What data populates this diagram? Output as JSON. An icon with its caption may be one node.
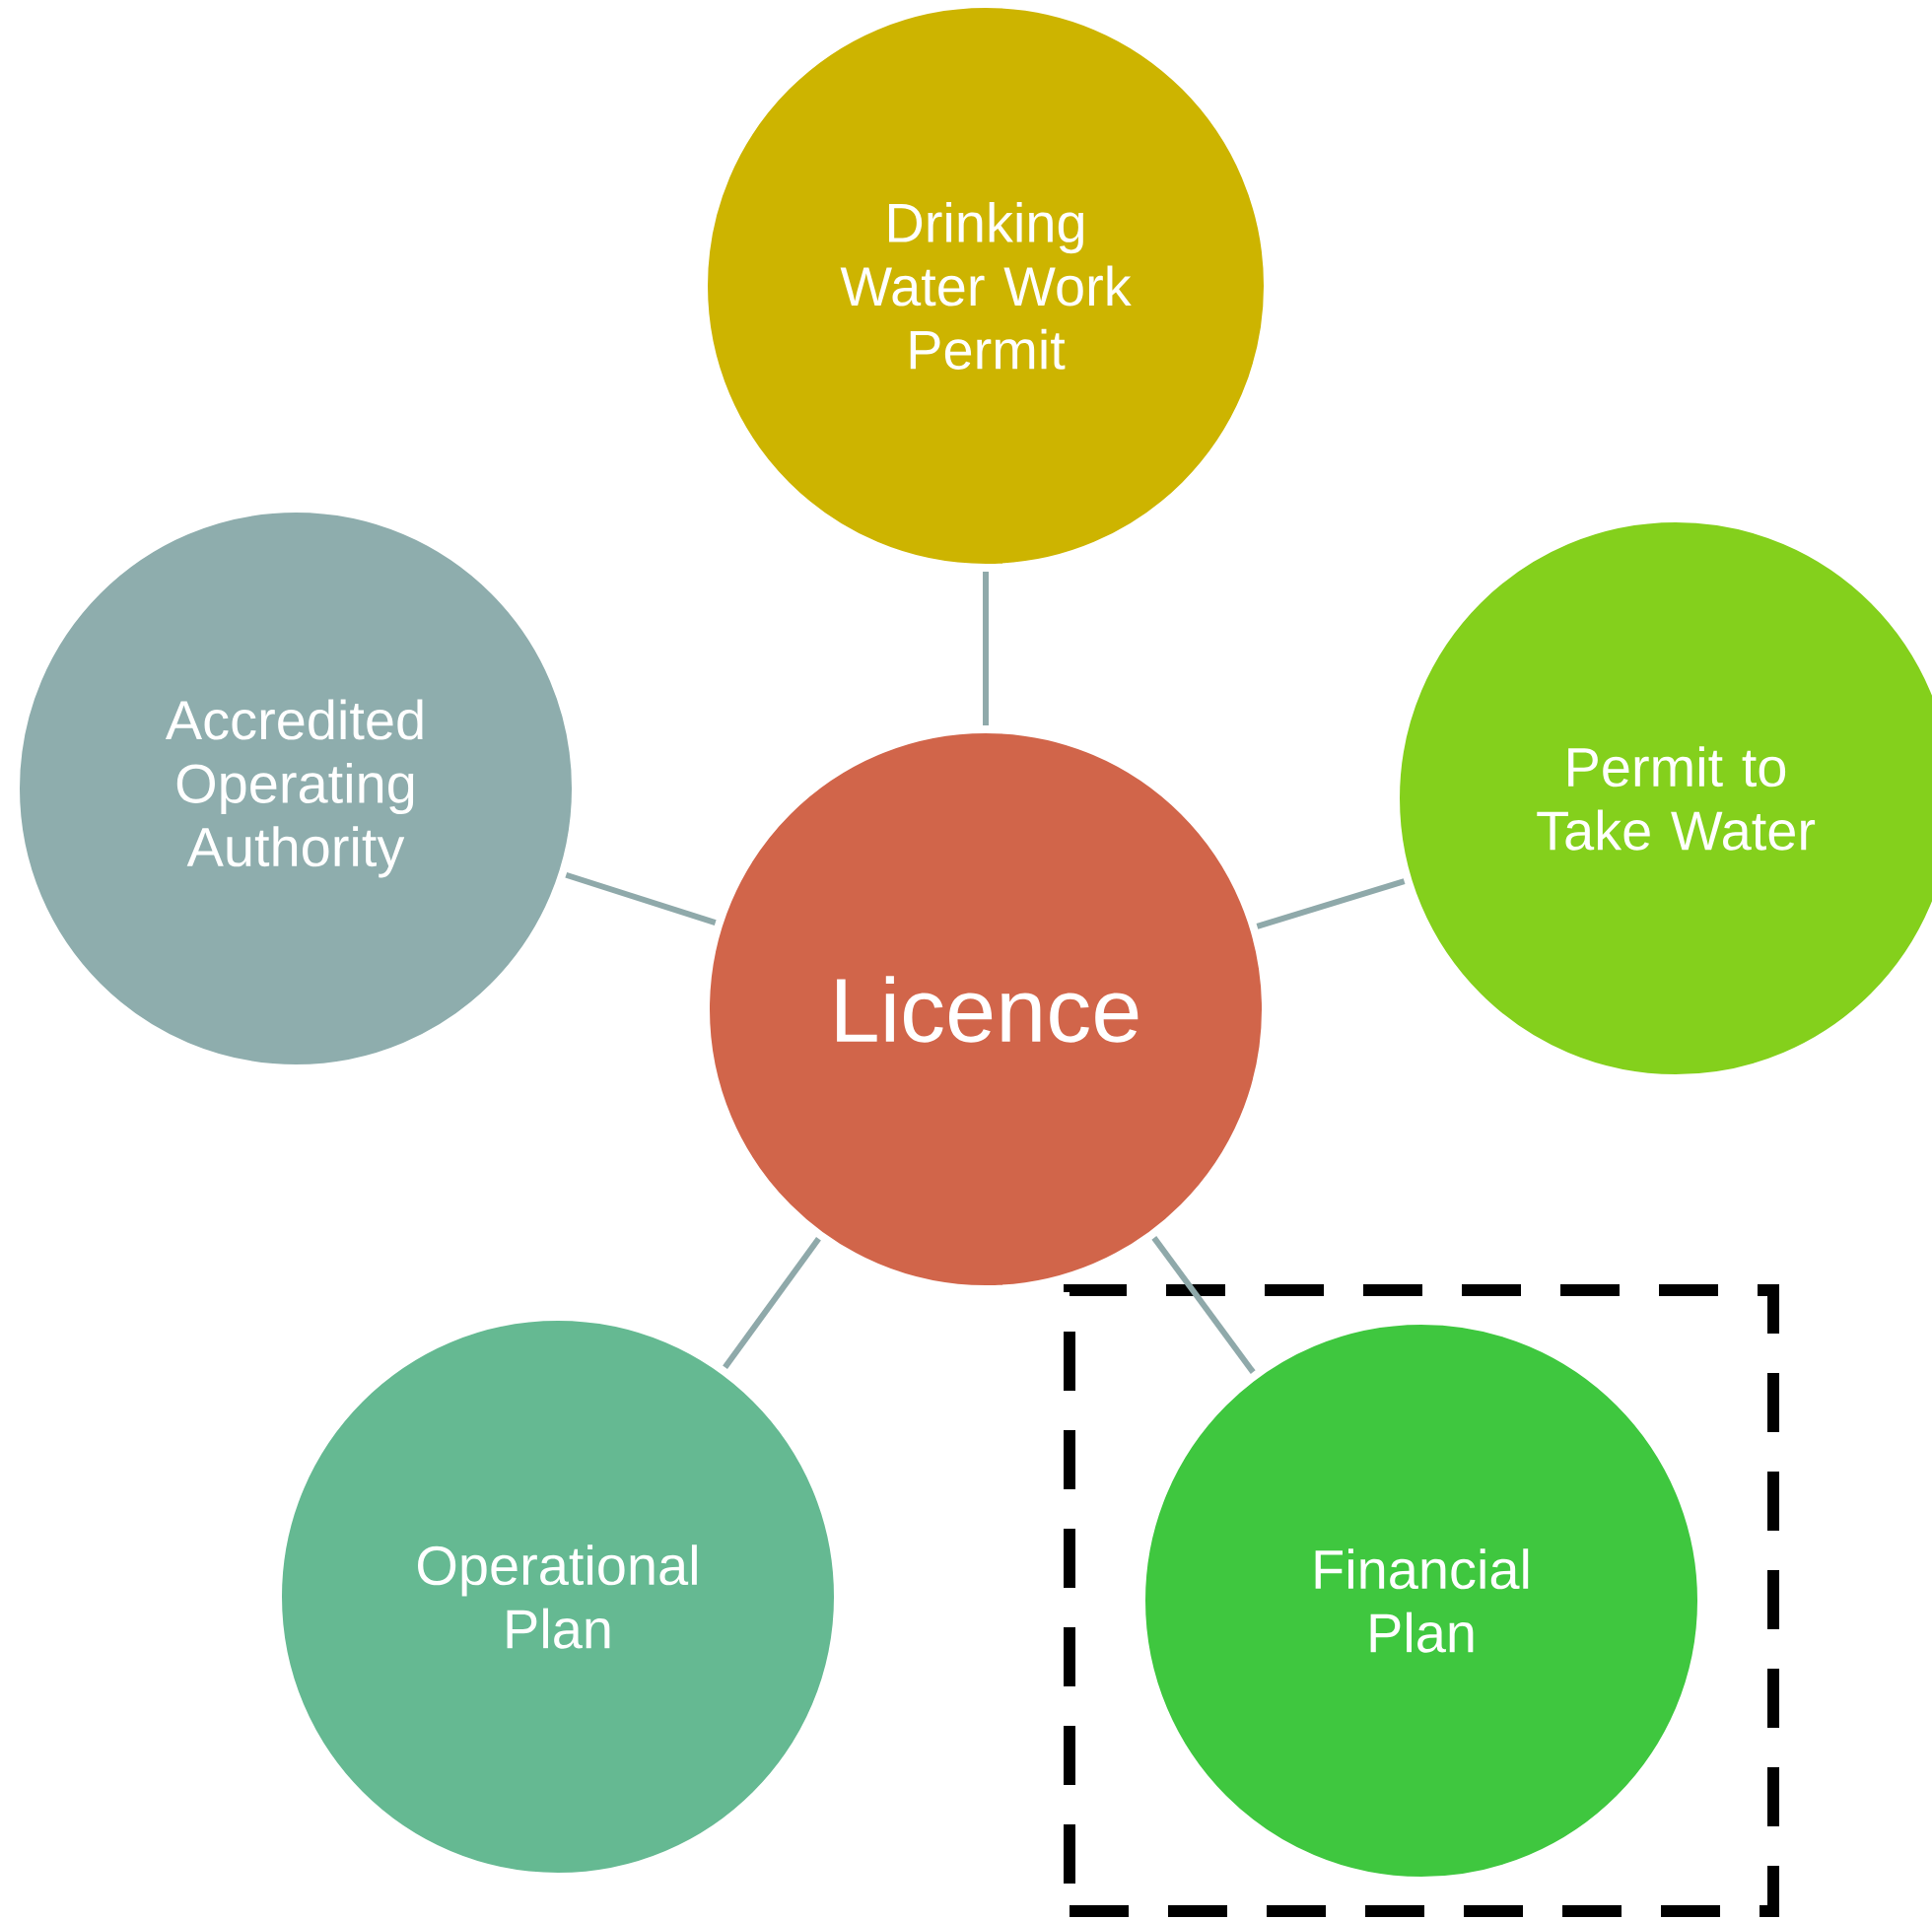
{
  "diagram": {
    "nodes": [
      {
        "text": [
          "Drinking Water Work Permit"
        ]
      },
      {
        "text": [
          "Accredited Operating Authority"
        ]
      },
      {
        "text": [
          "Permit to Take Water"
        ]
      },
      {
        "text": [
          "Licence"
        ]
      },
      {
        "text": [
          "Operational Plan"
        ]
      },
      {
        "text": [],
        "shape": "box"
      },
      {
        "text": [
          "Financial Plan"
        ],
        "in": 5
      }
    ],
    "edges": [
      {
        "from": 3,
        "to": 0,
        "arrow": "none"
      },
      {
        "from": 3,
        "to": 1,
        "arrow": "none"
      },
      {
        "from": 3,
        "to": 2,
        "arrow": "none"
      },
      {
        "from": 3,
        "to": 4,
        "arrow": "none"
      },
      {
        "from": 3,
        "to": 6,
        "arrow": "none"
      }
    ]
  }
}
